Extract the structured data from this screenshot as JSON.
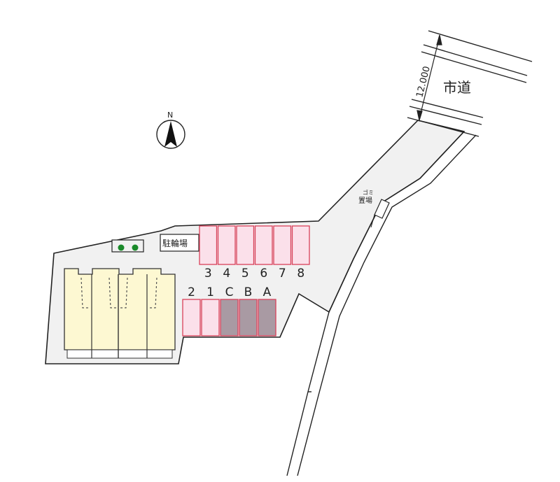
{
  "road": {
    "name": "市道",
    "width_dimension": "12.000"
  },
  "compass": {
    "label": "N"
  },
  "bicycle_parking": {
    "label": "駐輪場"
  },
  "garbage": {
    "label_line1": "ゴミ",
    "label_line2": "置場"
  },
  "parking_top": [
    {
      "label": "3",
      "status": "available"
    },
    {
      "label": "4",
      "status": "available"
    },
    {
      "label": "5",
      "status": "available"
    },
    {
      "label": "6",
      "status": "available"
    },
    {
      "label": "7",
      "status": "available"
    },
    {
      "label": "8",
      "status": "available"
    }
  ],
  "parking_bottom": [
    {
      "label": "2",
      "status": "available"
    },
    {
      "label": "1",
      "status": "available"
    },
    {
      "label": "C",
      "status": "occupied"
    },
    {
      "label": "B",
      "status": "occupied"
    },
    {
      "label": "A",
      "status": "occupied"
    }
  ],
  "colors": {
    "available": "#fbe0ea",
    "occupied": "#a99aa3",
    "slot_border": "#d9405a",
    "building": "#fdf8d2",
    "site": "#f1f1f1",
    "tree": "#1a8a2a"
  }
}
